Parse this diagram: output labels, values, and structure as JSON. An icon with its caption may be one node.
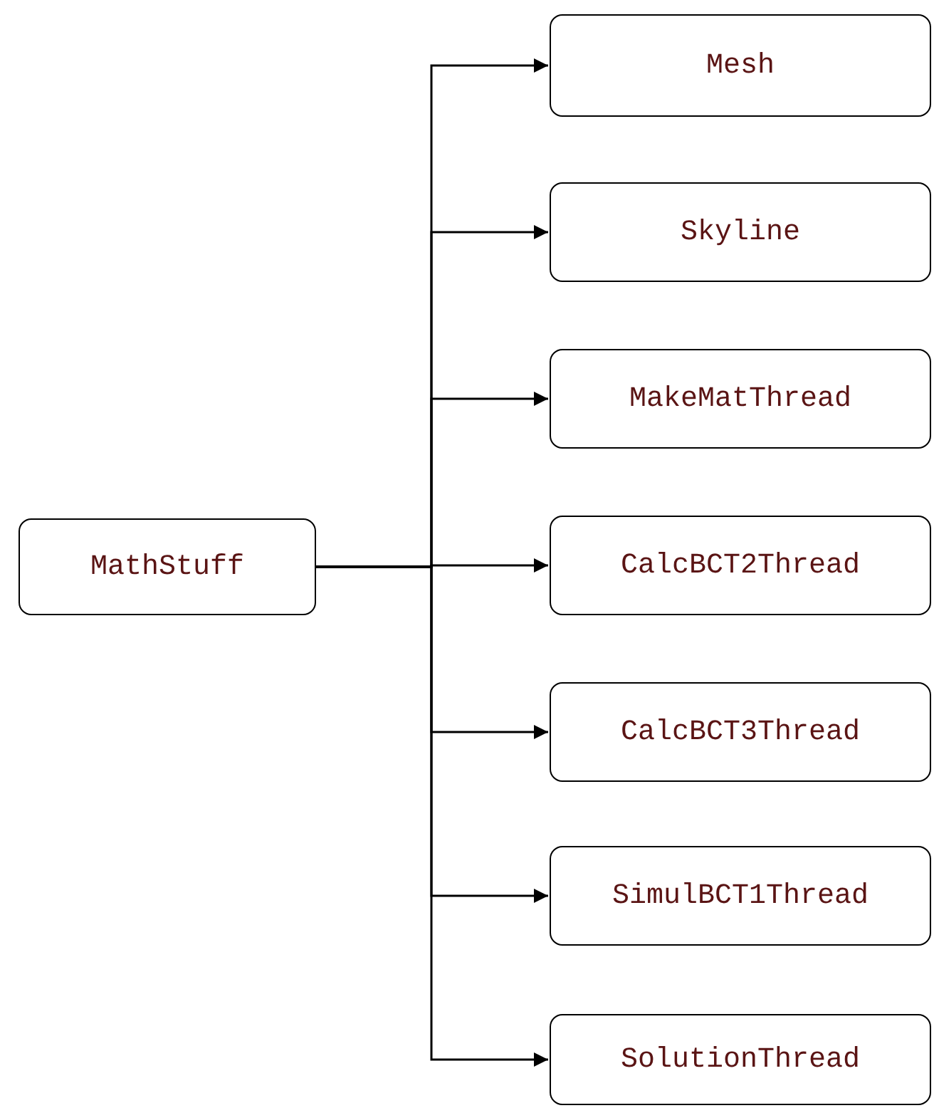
{
  "diagram": {
    "nodes": [
      {
        "text": [
          "MathStuff"
        ]
      },
      {
        "text": [
          "Mesh"
        ]
      },
      {
        "text": [
          "Skyline"
        ]
      },
      {
        "text": [
          "MakeMatThread"
        ]
      },
      {
        "text": [
          "CalcBCT2Thread"
        ]
      },
      {
        "text": [
          "CalcBCT3Thread"
        ]
      },
      {
        "text": [
          "SimulBCT1Thread"
        ]
      },
      {
        "text": [
          "SolutionThread"
        ]
      }
    ],
    "edges": [
      {
        "from": 0,
        "to": 1,
        "arrow": "to"
      },
      {
        "from": 0,
        "to": 2,
        "arrow": "to"
      },
      {
        "from": 0,
        "to": 3,
        "arrow": "to"
      },
      {
        "from": 0,
        "to": 4,
        "arrow": "to"
      },
      {
        "from": 0,
        "to": 5,
        "arrow": "to"
      },
      {
        "from": 0,
        "to": 6,
        "arrow": "to"
      },
      {
        "from": 0,
        "to": 7,
        "arrow": "to"
      }
    ]
  }
}
